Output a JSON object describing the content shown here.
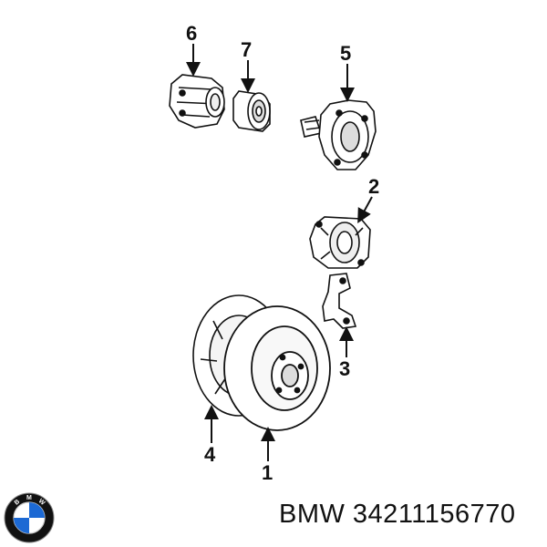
{
  "callouts": {
    "c1": "1",
    "c2": "2",
    "c3": "3",
    "c4": "4",
    "c5": "5",
    "c6": "6",
    "c7": "7"
  },
  "brand": {
    "logo_letters": [
      "B",
      "M",
      "W"
    ],
    "colors": {
      "blue": "#1c69d4",
      "ring": "#111111"
    }
  },
  "caption": "BMW 34211156770"
}
